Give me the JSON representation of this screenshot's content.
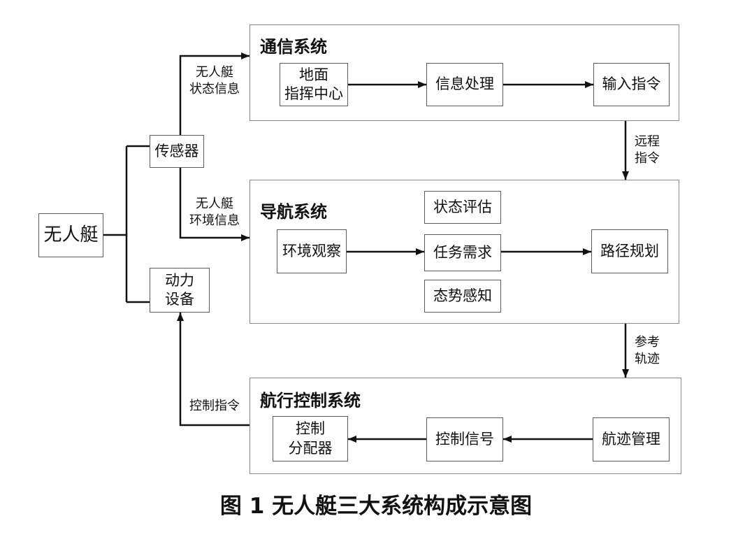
{
  "usv": {
    "label": "无人艇"
  },
  "sensor": {
    "label": "传感器"
  },
  "power": {
    "lines": [
      "动力",
      "设备"
    ]
  },
  "comm_system": {
    "title": "通信系统",
    "ground_center": {
      "lines": [
        "地面",
        "指挥中心"
      ]
    },
    "info_processing": {
      "label": "信息处理"
    },
    "input_command": {
      "label": "输入指令"
    }
  },
  "nav_system": {
    "title": "导航系统",
    "state_eval": {
      "label": "状态评估"
    },
    "env_observe": {
      "label": "环境观察"
    },
    "task_demand": {
      "label": "任务需求"
    },
    "situation_aware": {
      "label": "态势感知"
    },
    "path_plan": {
      "label": "路径规划"
    }
  },
  "ctrl_system": {
    "title": "航行控制系统",
    "allocator": {
      "lines": [
        "控制",
        "分配器"
      ]
    },
    "ctrl_signal": {
      "label": "控制信号"
    },
    "track_mgmt": {
      "label": "航迹管理"
    }
  },
  "edge_labels": {
    "status_info": [
      "无人艇",
      "状态信息"
    ],
    "env_info": [
      "无人艇",
      "环境信息"
    ],
    "remote_cmd": [
      "远程",
      "指令"
    ],
    "ref_track": [
      "参考",
      "轨迹"
    ],
    "ctrl_cmd": "控制指令"
  },
  "caption": "图 1 无人艇三大系统构成示意图"
}
